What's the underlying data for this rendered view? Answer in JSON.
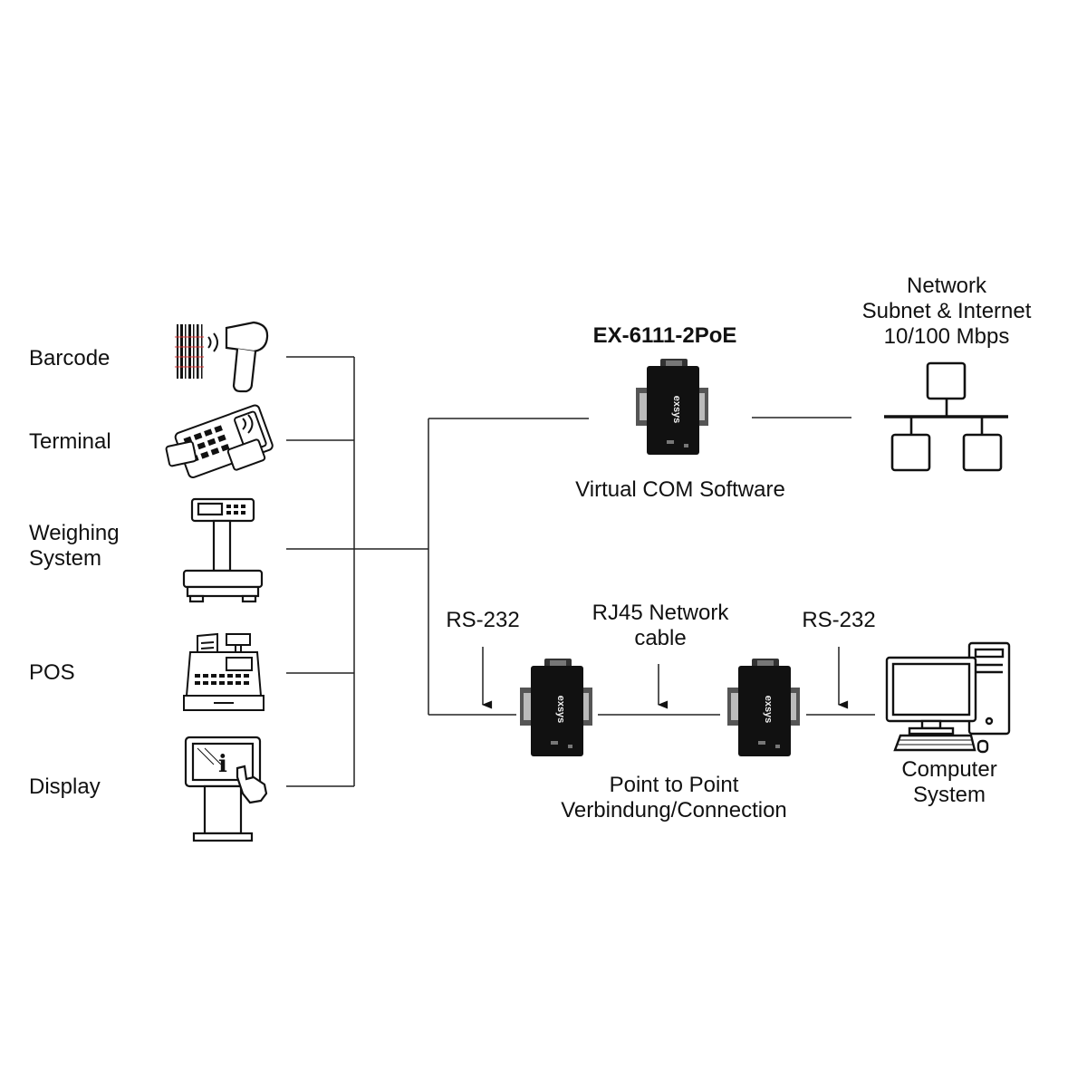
{
  "devices": {
    "barcode": "Barcode",
    "terminal": "Terminal",
    "weighing": "Weighing\nSystem",
    "pos": "POS",
    "display": "Display"
  },
  "product": {
    "name": "EX-6111-2PoE",
    "software": "Virtual COM Software",
    "logo": "exsys"
  },
  "network": {
    "label": "Network\nSubnet & Internet\n10/100 Mbps"
  },
  "link": {
    "rs232_left": "RS-232",
    "cable": "RJ45 Network\ncable",
    "rs232_right": "RS-232",
    "p2p": "Point to Point\nVerbindung/Connection"
  },
  "computer": {
    "label": "Computer\nSystem"
  }
}
